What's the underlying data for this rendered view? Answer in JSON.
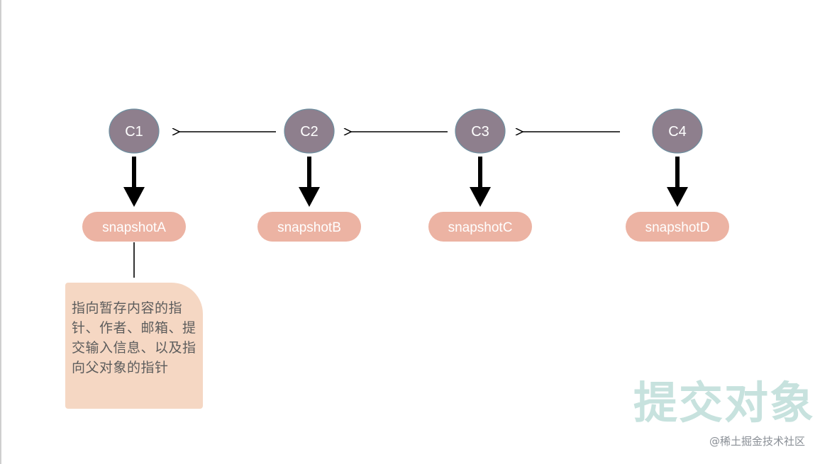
{
  "diagram": {
    "commits": [
      "C1",
      "C2",
      "C3",
      "C4"
    ],
    "snapshots": [
      "snapshotA",
      "snapshotB",
      "snapshotC",
      "snapshotD"
    ],
    "note": "指向暂存内容的指针、作者、邮箱、提交输入信息、以及指向父对象的指针",
    "title": "提交对象",
    "credit": "@稀土掘金技术社区"
  },
  "colors": {
    "commit_fill": "#8e7f8d",
    "commit_stroke": "#6d8fa0",
    "snapshot_fill": "#ecb3a3",
    "note_fill": "#f5d7c3",
    "title_color": "#c7e2de"
  }
}
